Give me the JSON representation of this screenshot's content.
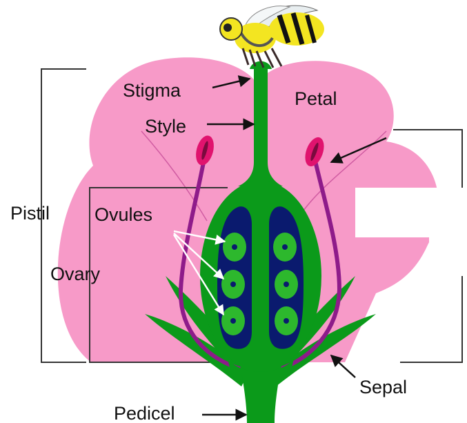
{
  "labels": {
    "stigma": "Stigma",
    "style": "Style",
    "petal": "Petal",
    "pistil": "Pistil",
    "ovules": "Ovules",
    "ovary": "Ovary",
    "sepal": "Sepal",
    "pedicel": "Pedicel"
  },
  "colors": {
    "petal": "#f79ac8",
    "petal_vein": "#d05ca2",
    "pistil_green": "#0b9a1a",
    "ovary_cavity": "#0a1a6e",
    "ovule": "#2db82d",
    "stamen": "#8e1b8a",
    "anther": "#e0136e",
    "bee_yellow": "#f3e521",
    "arrow_white": "#ffffff",
    "bracket": "#333333"
  },
  "icons": {
    "bee": "bee-icon"
  }
}
